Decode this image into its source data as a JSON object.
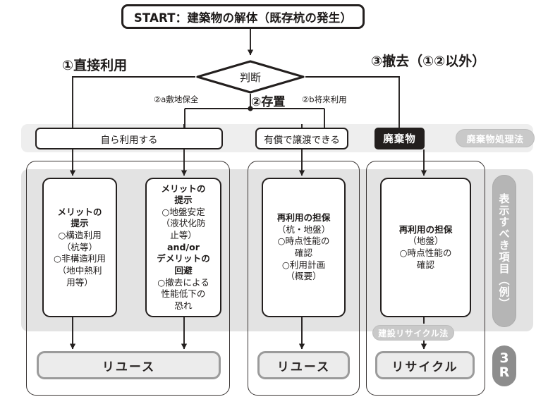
{
  "diagram": {
    "title_box": {
      "label": "START：建築物の解体（既存杭の発生）"
    },
    "decision": {
      "label": "判断"
    },
    "branch_labels": {
      "left": "①直接利用",
      "center": "②存置",
      "right": "③撤去（①②以外）",
      "sub_a": "②a敷地保全",
      "sub_b": "②b将来利用"
    },
    "middle_row": [
      {
        "name": "self-use",
        "label": "自ら利用する"
      },
      {
        "name": "paid-transfer",
        "label": "有償で譲渡できる"
      },
      {
        "name": "waste",
        "label": "廃棄物"
      }
    ],
    "law_tags": [
      {
        "name": "waste-disposal-law",
        "label": "廃棄物処理法"
      },
      {
        "name": "construction-recycle-law",
        "label": "建設リサイクル法"
      }
    ],
    "details": [
      {
        "name": "merit-structural",
        "lines": [
          {
            "text": "メリットの",
            "bold": true
          },
          {
            "text": "提示",
            "bold": true
          },
          {
            "text": "○構造利用",
            "bold": false
          },
          {
            "text": "（杭等）",
            "bold": false
          },
          {
            "text": "○非構造利用",
            "bold": false
          },
          {
            "text": "（地中熱利",
            "bold": false
          },
          {
            "text": "用等）",
            "bold": false
          }
        ]
      },
      {
        "name": "merit-ground-stability",
        "lines": [
          {
            "text": "メリットの",
            "bold": true
          },
          {
            "text": "提示",
            "bold": true
          },
          {
            "text": "○地盤安定",
            "bold": false
          },
          {
            "text": "（液状化防",
            "bold": false
          },
          {
            "text": "止等）",
            "bold": false
          },
          {
            "text": "and/or",
            "bold": true
          },
          {
            "text": "デメリットの",
            "bold": true
          },
          {
            "text": "回避",
            "bold": true
          },
          {
            "text": "○撤去による",
            "bold": false
          },
          {
            "text": "性能低下の",
            "bold": false
          },
          {
            "text": "恐れ",
            "bold": false
          }
        ]
      },
      {
        "name": "reuse-guarantee-pile-ground",
        "lines": [
          {
            "text": "再利用の担保",
            "bold": true
          },
          {
            "text": "（杭・地盤）",
            "bold": false
          },
          {
            "text": "○時点性能の",
            "bold": false
          },
          {
            "text": "確認",
            "bold": false
          },
          {
            "text": "○利用計画",
            "bold": false
          },
          {
            "text": "（概要）",
            "bold": false
          }
        ]
      },
      {
        "name": "reuse-guarantee-ground",
        "lines": [
          {
            "text": "再利用の担保",
            "bold": true
          },
          {
            "text": "（地盤）",
            "bold": false
          },
          {
            "text": "○時点性能の",
            "bold": false
          },
          {
            "text": "確認",
            "bold": false
          }
        ]
      }
    ],
    "outcomes": [
      {
        "name": "reuse-left",
        "label": "リユース"
      },
      {
        "name": "reuse-center",
        "label": "リユース"
      },
      {
        "name": "recycle-right",
        "label": "リサイクル"
      }
    ],
    "side_label": {
      "label": "表示すべき項目（例）"
    },
    "badge": {
      "line1": "3",
      "line2": "R"
    }
  },
  "colors": {
    "ink": "#231f1e",
    "band": "#eeeeee",
    "column_band": "#e3e3e3",
    "pill": "#c9c9c9",
    "pill_dark": "#9a9a9a",
    "outcome_border": "#9b9b9b",
    "outcome_fill": "#ececec",
    "side_label": "#b5b5b5",
    "badge": "#8d8d8d"
  }
}
